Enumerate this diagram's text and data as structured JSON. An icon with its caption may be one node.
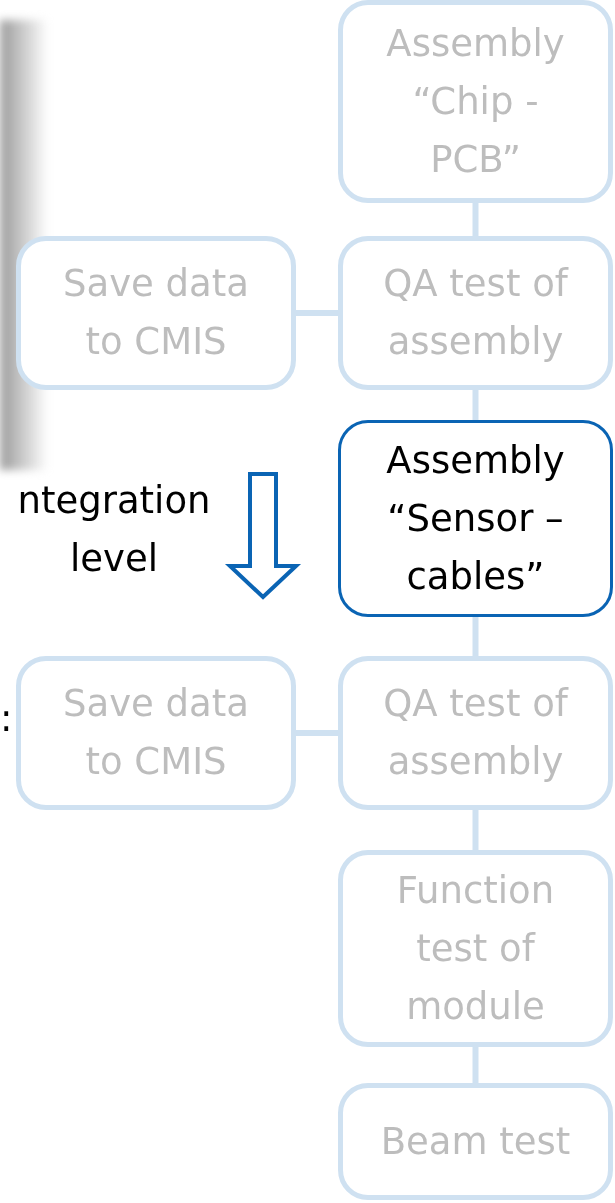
{
  "diagram": {
    "nodes": [
      {
        "text": [
          "Assembly “Chip - PCB”"
        ]
      },
      {
        "text": [
          "Save data to CMIS"
        ]
      },
      {
        "text": [
          "QA test of assembly"
        ]
      },
      {
        "text": [
          "Assembly “Sensor – cables”"
        ]
      },
      {
        "text": [
          "Save data to CMIS"
        ]
      },
      {
        "text": [
          "QA test of assembly"
        ]
      },
      {
        "text": [
          "Function test of module"
        ]
      },
      {
        "text": [
          "Beam test"
        ]
      }
    ],
    "edges": [
      {
        "from": 0,
        "to": 2,
        "arrow": "none"
      },
      {
        "from": 1,
        "to": 2,
        "arrow": "none"
      },
      {
        "from": 2,
        "to": 3,
        "arrow": "none"
      },
      {
        "from": 3,
        "to": 5,
        "arrow": "none"
      },
      {
        "from": 4,
        "to": 5,
        "arrow": "none"
      },
      {
        "from": 5,
        "to": 6,
        "arrow": "none"
      },
      {
        "from": 6,
        "to": 7,
        "arrow": "none"
      }
    ],
    "labels": [
      "ntegration level",
      ":"
    ]
  }
}
